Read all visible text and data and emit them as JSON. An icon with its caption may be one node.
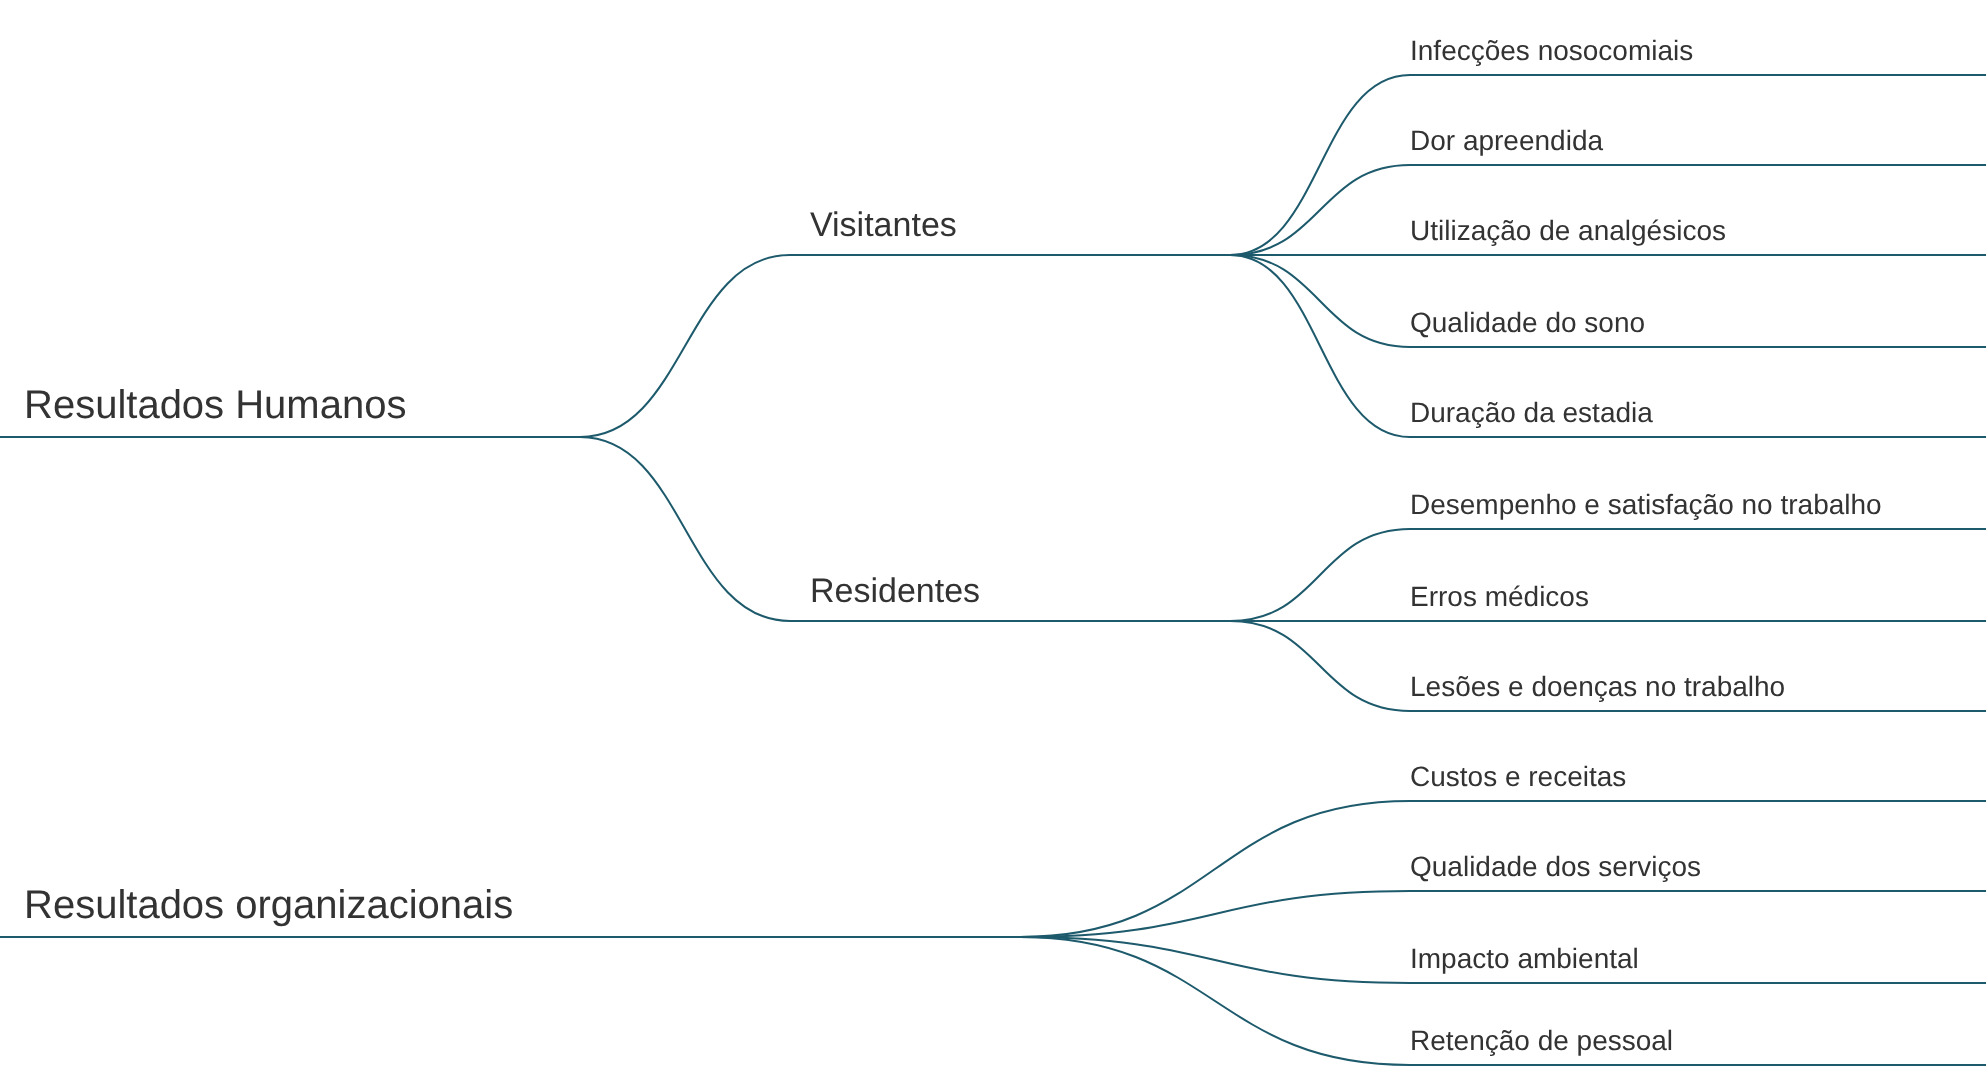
{
  "diagram": {
    "nodes": [
      {
        "text": [
          "Resultados Humanos"
        ]
      },
      {
        "text": [
          "Visitantes"
        ]
      },
      {
        "text": [
          "Residentes"
        ]
      },
      {
        "text": [
          "Infecções nosocomiais"
        ]
      },
      {
        "text": [
          "Dor apreendida"
        ]
      },
      {
        "text": [
          "Utilização de analgésicos"
        ]
      },
      {
        "text": [
          "Qualidade do sono"
        ]
      },
      {
        "text": [
          "Duração da estadia"
        ]
      },
      {
        "text": [
          "Desempenho e satisfação no trabalho"
        ]
      },
      {
        "text": [
          "Erros médicos"
        ]
      },
      {
        "text": [
          "Lesões e doenças no trabalho"
        ]
      },
      {
        "text": [
          "Resultados organizacionais"
        ]
      },
      {
        "text": [
          "Custos e receitas"
        ]
      },
      {
        "text": [
          "Qualidade dos serviços"
        ]
      },
      {
        "text": [
          "Impacto ambiental"
        ]
      },
      {
        "text": [
          "Retenção de pessoal"
        ]
      }
    ],
    "edges": [
      {
        "from": 0,
        "to": 1,
        "arrow": "none"
      },
      {
        "from": 0,
        "to": 2,
        "arrow": "none"
      },
      {
        "from": 1,
        "to": 3,
        "arrow": "none"
      },
      {
        "from": 1,
        "to": 4,
        "arrow": "none"
      },
      {
        "from": 1,
        "to": 5,
        "arrow": "none"
      },
      {
        "from": 1,
        "to": 6,
        "arrow": "none"
      },
      {
        "from": 1,
        "to": 7,
        "arrow": "none"
      },
      {
        "from": 2,
        "to": 8,
        "arrow": "none"
      },
      {
        "from": 2,
        "to": 9,
        "arrow": "none"
      },
      {
        "from": 2,
        "to": 10,
        "arrow": "none"
      },
      {
        "from": 11,
        "to": 12,
        "arrow": "none"
      },
      {
        "from": 11,
        "to": 13,
        "arrow": "none"
      },
      {
        "from": 11,
        "to": 14,
        "arrow": "none"
      },
      {
        "from": 11,
        "to": 15,
        "arrow": "none"
      }
    ]
  }
}
